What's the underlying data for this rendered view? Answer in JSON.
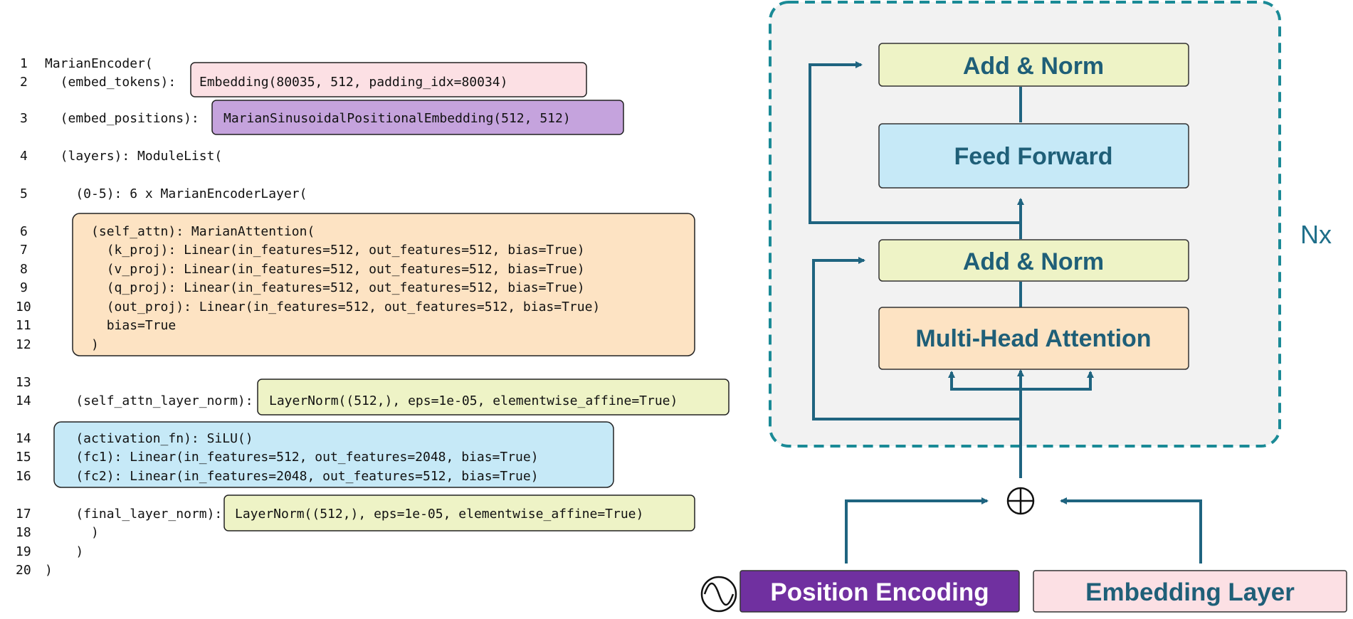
{
  "colors": {
    "flow": "#1f6480",
    "container_border": "#1a8a96",
    "container_fill": "#f2f2f2",
    "pink": "#fce0e4",
    "purple": "#c5a3dd",
    "orange": "#fde3c3",
    "yellow": "#eef3c6",
    "blue": "#c6e9f7",
    "position_encoding_fill": "#7030a0"
  },
  "code_panel": {
    "lines": [
      {
        "num": "1",
        "text": "MarianEncoder("
      },
      {
        "num": "2",
        "prefix": "  (embed_tokens):",
        "module": "Embedding(80035, 512, padding_idx=80034)",
        "highlight": "pink"
      },
      {
        "num": "3",
        "prefix": "  (embed_positions):",
        "module": "MarianSinusoidalPositionalEmbedding(512, 512)",
        "highlight": "purple"
      },
      {
        "num": "4",
        "text": "  (layers): ModuleList("
      },
      {
        "num": "5",
        "text": "    (0-5): 6 x MarianEncoderLayer("
      },
      {
        "num": "6",
        "text": "      (self_attn): MarianAttention(",
        "group": "attention"
      },
      {
        "num": "7",
        "text": "        (k_proj): Linear(in_features=512, out_features=512, bias=True)",
        "group": "attention"
      },
      {
        "num": "8",
        "text": "        (v_proj): Linear(in_features=512, out_features=512, bias=True)",
        "group": "attention"
      },
      {
        "num": "9",
        "text": "        (q_proj): Linear(in_features=512, out_features=512, bias=True)",
        "group": "attention"
      },
      {
        "num": "10",
        "text": "        (out_proj): Linear(in_features=512, out_features=512, bias=True)",
        "group": "attention"
      },
      {
        "num": "11",
        "text": "        bias=True",
        "group": "attention"
      },
      {
        "num": "12",
        "text": "      )",
        "group": "attention"
      },
      {
        "num": "13",
        "text": ""
      },
      {
        "num": "14",
        "prefix": "    (self_attn_layer_norm):",
        "module": "LayerNorm((512,), eps=1e-05, elementwise_affine=True)",
        "highlight": "yellow"
      },
      {
        "num": "14",
        "text": "    (activation_fn): SiLU()",
        "group": "feedforward"
      },
      {
        "num": "15",
        "text": "    (fc1): Linear(in_features=512, out_features=2048, bias=True)",
        "group": "feedforward"
      },
      {
        "num": "16",
        "text": "    (fc2): Linear(in_features=2048, out_features=512, bias=True)",
        "group": "feedforward"
      },
      {
        "num": "17",
        "prefix": "    (final_layer_norm):",
        "module": "LayerNorm((512,), eps=1e-05, elementwise_affine=True)",
        "highlight": "yellow"
      },
      {
        "num": "18",
        "text": "      )"
      },
      {
        "num": "19",
        "text": "    )"
      },
      {
        "num": "20",
        "text": ")"
      }
    ]
  },
  "diagram": {
    "repeat_label": "Nx",
    "blocks": {
      "add_norm_top": "Add & Norm",
      "feed_forward": "Feed Forward",
      "add_norm_bottom": "Add & Norm",
      "multi_head_attention": "Multi-Head Attention"
    },
    "inputs": {
      "position_encoding": "Position Encoding",
      "embedding_layer": "Embedding Layer"
    },
    "icons": {
      "sum": "circle-plus-icon",
      "sine_wave": "sine-wave-icon"
    }
  }
}
